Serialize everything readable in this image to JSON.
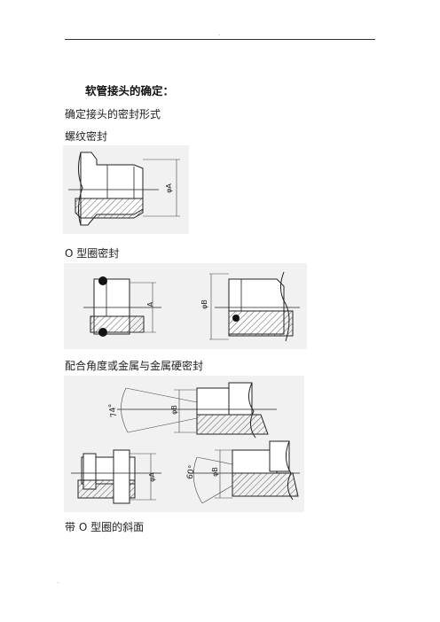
{
  "header": {
    "mark": "."
  },
  "footer": {
    "mark": "."
  },
  "title": "软管接头的确定：",
  "lines": {
    "l1": "确定接头的密封形式",
    "l2": "螺纹密封",
    "l3": "O 型圈密封",
    "l4": "配合角度或金属与金属硬密封",
    "l5": "带 O 型圈的斜面"
  },
  "figures": {
    "thread_seal": {
      "dim_a": "φA"
    },
    "oring_seal": {
      "dim_a": "A",
      "dim_b": "φB"
    },
    "cone_seal": {
      "angle_74": "74°",
      "angle_60": "60°",
      "dim_b_top": "φB",
      "dim_a": "φA",
      "dim_b_bottom": "φB"
    }
  }
}
